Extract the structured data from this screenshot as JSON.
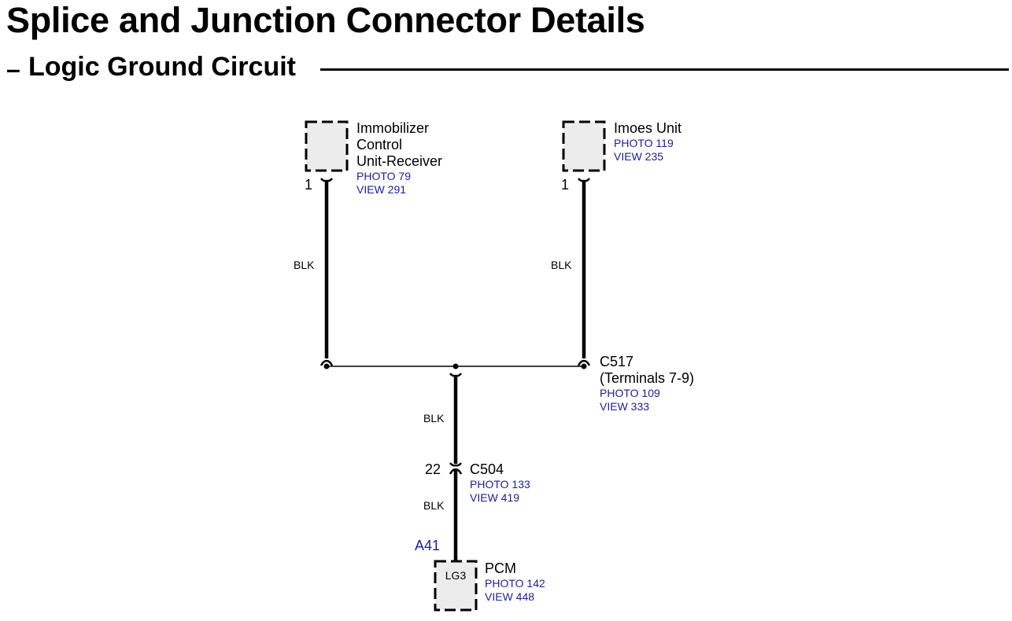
{
  "page": {
    "title": "Splice and Junction Connector Details",
    "section_dash": "–",
    "section_title": "Logic Ground Circuit"
  },
  "components": {
    "immobilizer": {
      "name_lines": [
        "Immobilizer",
        "Control",
        "Unit-Receiver"
      ],
      "photo": "PHOTO 79",
      "view": "VIEW 291",
      "pin": "1"
    },
    "imoes": {
      "name_lines": [
        "Imoes Unit"
      ],
      "photo": "PHOTO 119",
      "view": "VIEW 235",
      "pin": "1"
    },
    "pcm": {
      "name": "PCM",
      "terminal": "LG3",
      "photo": "PHOTO 142",
      "view": "VIEW 448",
      "pin": "A41"
    }
  },
  "connectors": {
    "c517": {
      "name": "C517",
      "note": "(Terminals 7-9)",
      "photo": "PHOTO 109",
      "view": "VIEW 333"
    },
    "c504": {
      "name": "C504",
      "pin": "22",
      "photo": "PHOTO 133",
      "view": "VIEW 419"
    }
  },
  "wires": {
    "left": "BLK",
    "right": "BLK",
    "center_upper": "BLK",
    "center_lower": "BLK"
  },
  "colors": {
    "reference_text": "#1d1d9c",
    "component_fill": "#ececec"
  }
}
